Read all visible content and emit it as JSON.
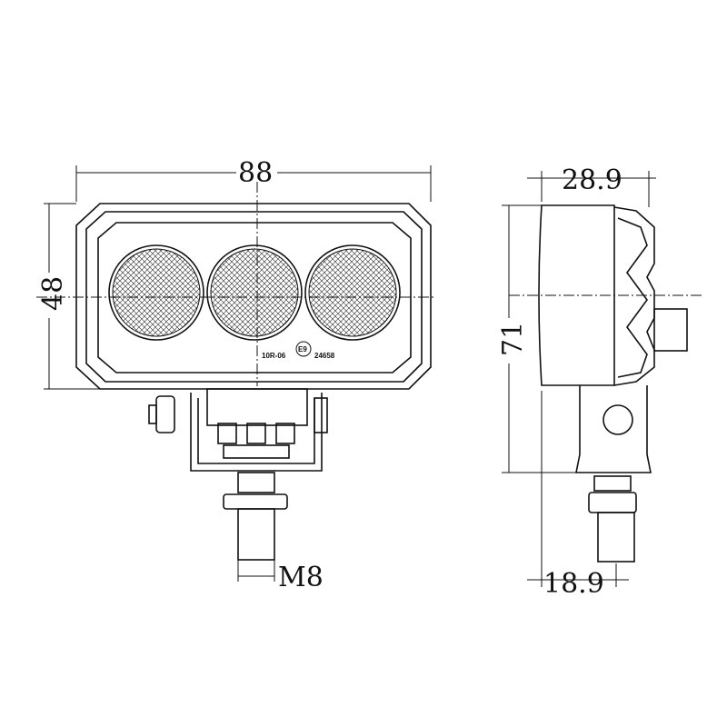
{
  "dimensions": {
    "width": "88",
    "height": "48",
    "depth": "28.9",
    "total_height": "71",
    "mount_offset": "18.9",
    "bolt": "M8"
  },
  "markings": {
    "regulation": "10R-06",
    "emark": "E9",
    "approval_number": "24658"
  }
}
